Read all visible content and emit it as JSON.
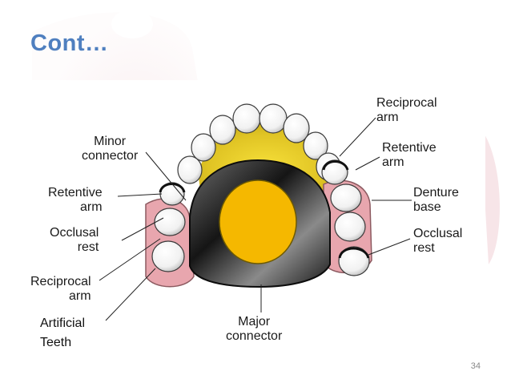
{
  "slide": {
    "title": "Cont…",
    "page_number": "34"
  },
  "colors": {
    "title": "#4f7fbf",
    "palate_yellow": "#e6cf2a",
    "major_connector_fill": "#f5b800",
    "denture_base": "#e8a6ae",
    "metal_frame": "#1c1c1c",
    "background_blob": "#f2dcdc"
  },
  "labels": {
    "minor_connector": [
      "Minor",
      "connector"
    ],
    "retentive_arm_left": [
      "Retentive",
      "arm"
    ],
    "occlusal_rest_left": [
      "Occlusal",
      "rest"
    ],
    "reciprocal_arm_left": [
      "Reciprocal",
      "arm"
    ],
    "reciprocal_arm_right": [
      "Reciprocal",
      "arm"
    ],
    "retentive_arm_right": [
      "Retentive",
      "arm"
    ],
    "denture_base": [
      "Denture",
      "base"
    ],
    "occlusal_rest_right": [
      "Occlusal",
      "rest"
    ],
    "major_connector": [
      "Major",
      "connector"
    ],
    "artificial_teeth": [
      "Artificial",
      "Teeth"
    ]
  }
}
